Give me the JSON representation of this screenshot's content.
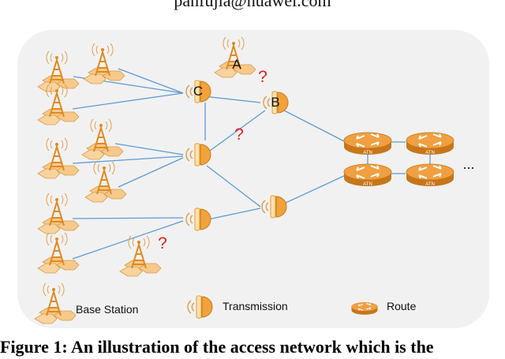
{
  "header": {
    "email_fragment": "panfujia@huawei.com"
  },
  "nodes": {
    "c_label": "C",
    "b_label": "B",
    "a_label": "A",
    "question_mark": "?",
    "router_label": "ATN",
    "more": "..."
  },
  "legend": {
    "base_station": "Base Station",
    "transmission": "Transmission",
    "route": "Route"
  },
  "caption": "Figure 1: An illustration of the access network which is the",
  "colors": {
    "panel": "#f1f1f1",
    "link": "#5b9bd5",
    "tower_body": "#e89a2e",
    "hex_fill": "#f6c98a",
    "transmission_body": "#f2a23a",
    "router": "#e8902a",
    "question": "#e02020"
  }
}
